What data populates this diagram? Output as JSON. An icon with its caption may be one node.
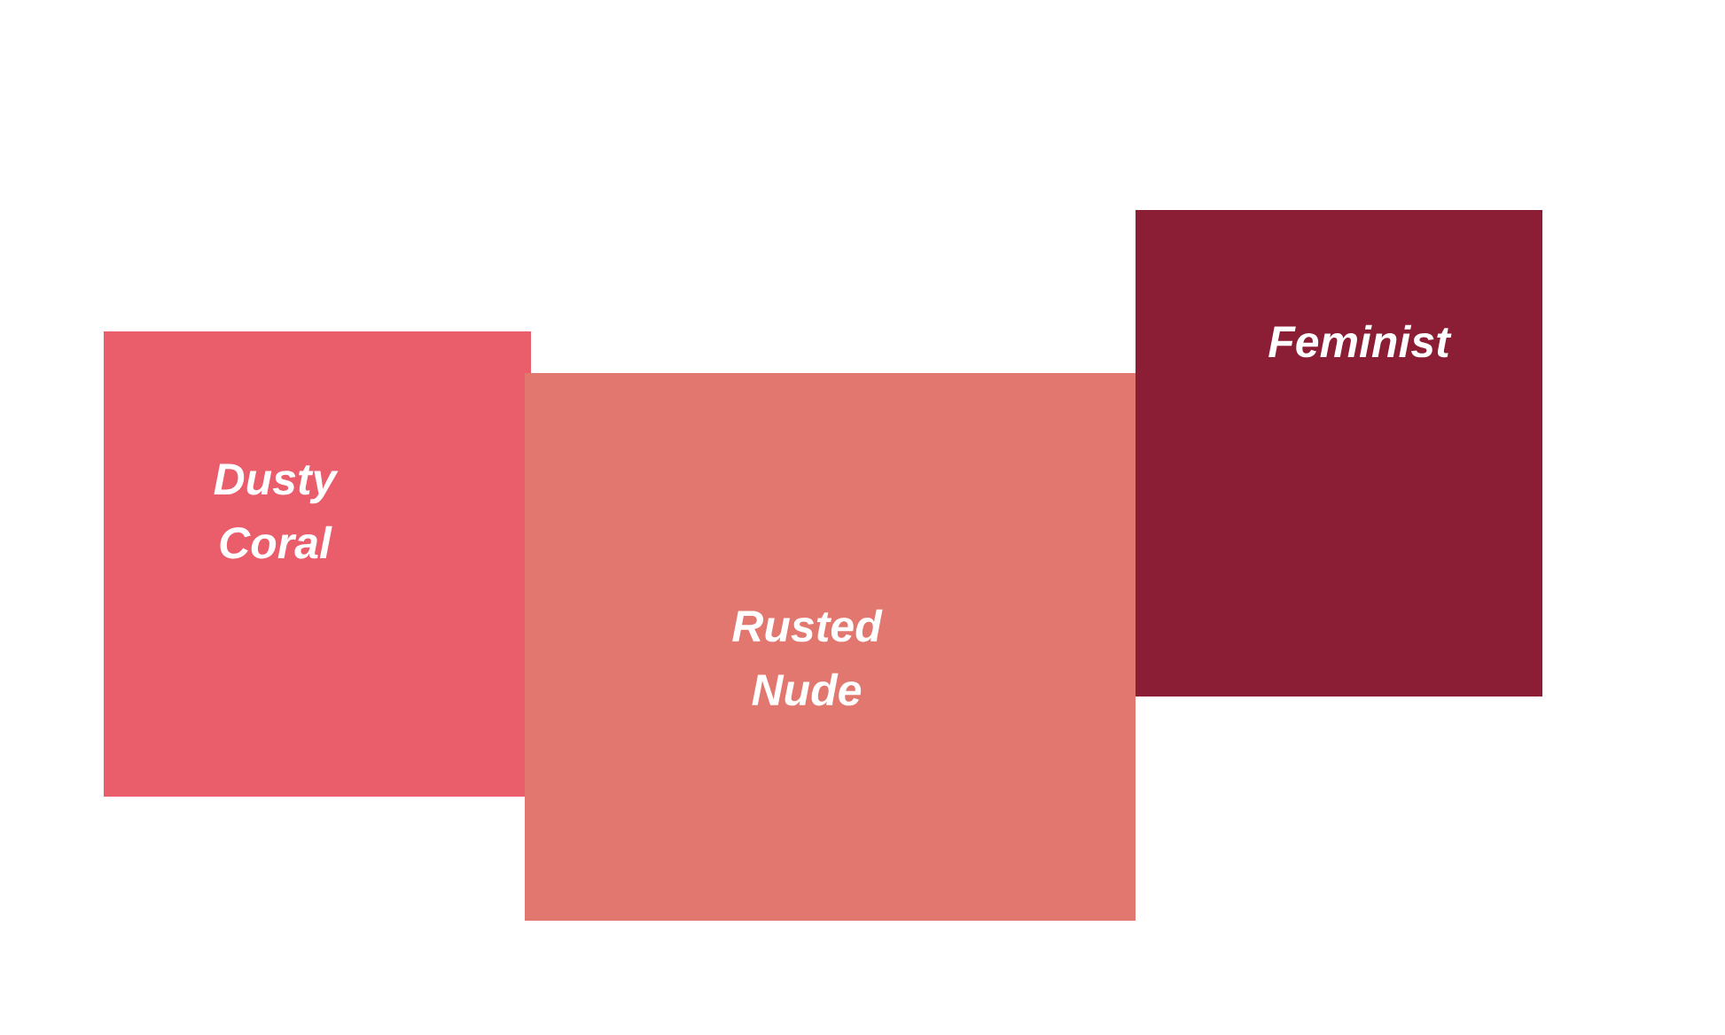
{
  "diagram": {
    "nodes": [
      {
        "text": [
          "Dusty Coral"
        ]
      },
      {
        "text": [
          "Rusted Nude"
        ]
      },
      {
        "text": [
          "Feminist"
        ]
      }
    ]
  }
}
